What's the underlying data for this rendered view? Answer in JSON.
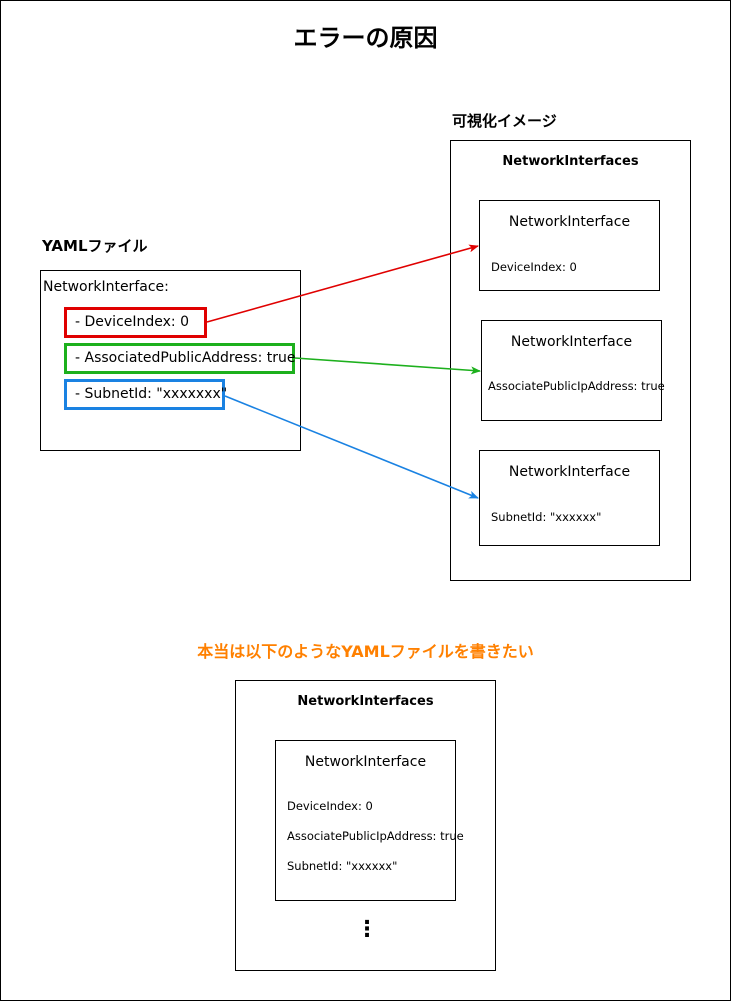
{
  "title": "エラーの原因",
  "yaml": {
    "heading": "YAMLファイル",
    "root": "NetworkInterface:",
    "items": [
      {
        "text": "- DeviceIndex: 0",
        "color": "#e00000"
      },
      {
        "text": "- AssociatedPublicAddress: true",
        "color": "#1db01d"
      },
      {
        "text": "- SubnetId: \"xxxxxxx\"",
        "color": "#1a82e2"
      }
    ]
  },
  "visual": {
    "heading": "可視化イメージ",
    "container": "NetworkInterfaces",
    "boxes": [
      {
        "title": "NetworkInterface",
        "field": "DeviceIndex: 0"
      },
      {
        "title": "NetworkInterface",
        "field": "AssociatePublicIpAddress: true"
      },
      {
        "title": "NetworkInterface",
        "field": "SubnetId: \"xxxxxx\""
      }
    ]
  },
  "desired": {
    "heading": "本当は以下のようなYAMLファイルを書きたい",
    "heading_color": "#ff8000",
    "container": "NetworkInterfaces",
    "box_title": "NetworkInterface",
    "fields": [
      "DeviceIndex: 0",
      "AssociatePublicIpAddress: true",
      "SubnetId: \"xxxxxx\""
    ],
    "ellipsis": "⋮"
  }
}
